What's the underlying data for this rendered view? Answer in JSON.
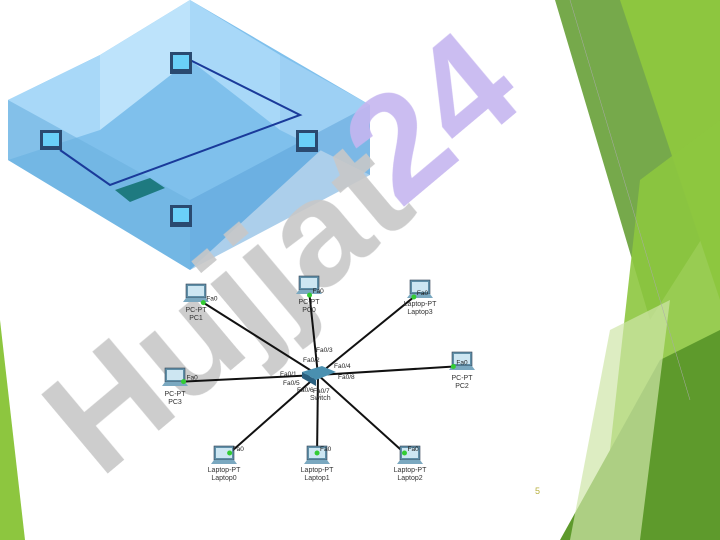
{
  "watermark": {
    "text": "Hujjat 24"
  },
  "slide": {
    "page_number": "5"
  },
  "switch": {
    "name": "Switch"
  },
  "devices": [
    {
      "type": "PC-PT",
      "name": "PC1",
      "port": "Fa0",
      "switch_port": "Fa0/1"
    },
    {
      "type": "PC-PT",
      "name": "PC0",
      "port": "Fa0",
      "switch_port": "Fa0/2"
    },
    {
      "type": "Laptop-PT",
      "name": "Laptop3",
      "port": "Fa0",
      "switch_port": "Fa0/3"
    },
    {
      "type": "PC-PT",
      "name": "PC2",
      "port": "Fa0",
      "switch_port": "Fa0/4"
    },
    {
      "type": "PC-PT",
      "name": "PC3",
      "port": "Fa0",
      "switch_port": "Fa0/5"
    },
    {
      "type": "Laptop-PT",
      "name": "Laptop0",
      "port": "Fa0",
      "switch_port": "Fa0/6"
    },
    {
      "type": "Laptop-PT",
      "name": "Laptop1",
      "port": "Fa0",
      "switch_port": "Fa0/7"
    },
    {
      "type": "Laptop-PT",
      "name": "Laptop2",
      "port": "Fa0",
      "switch_port": "Fa0/8"
    }
  ],
  "colors": {
    "green_dark": "#4e8a1e",
    "green_light": "#8dc63f",
    "link_up": "#33cc33",
    "link_down": "#e05020"
  }
}
